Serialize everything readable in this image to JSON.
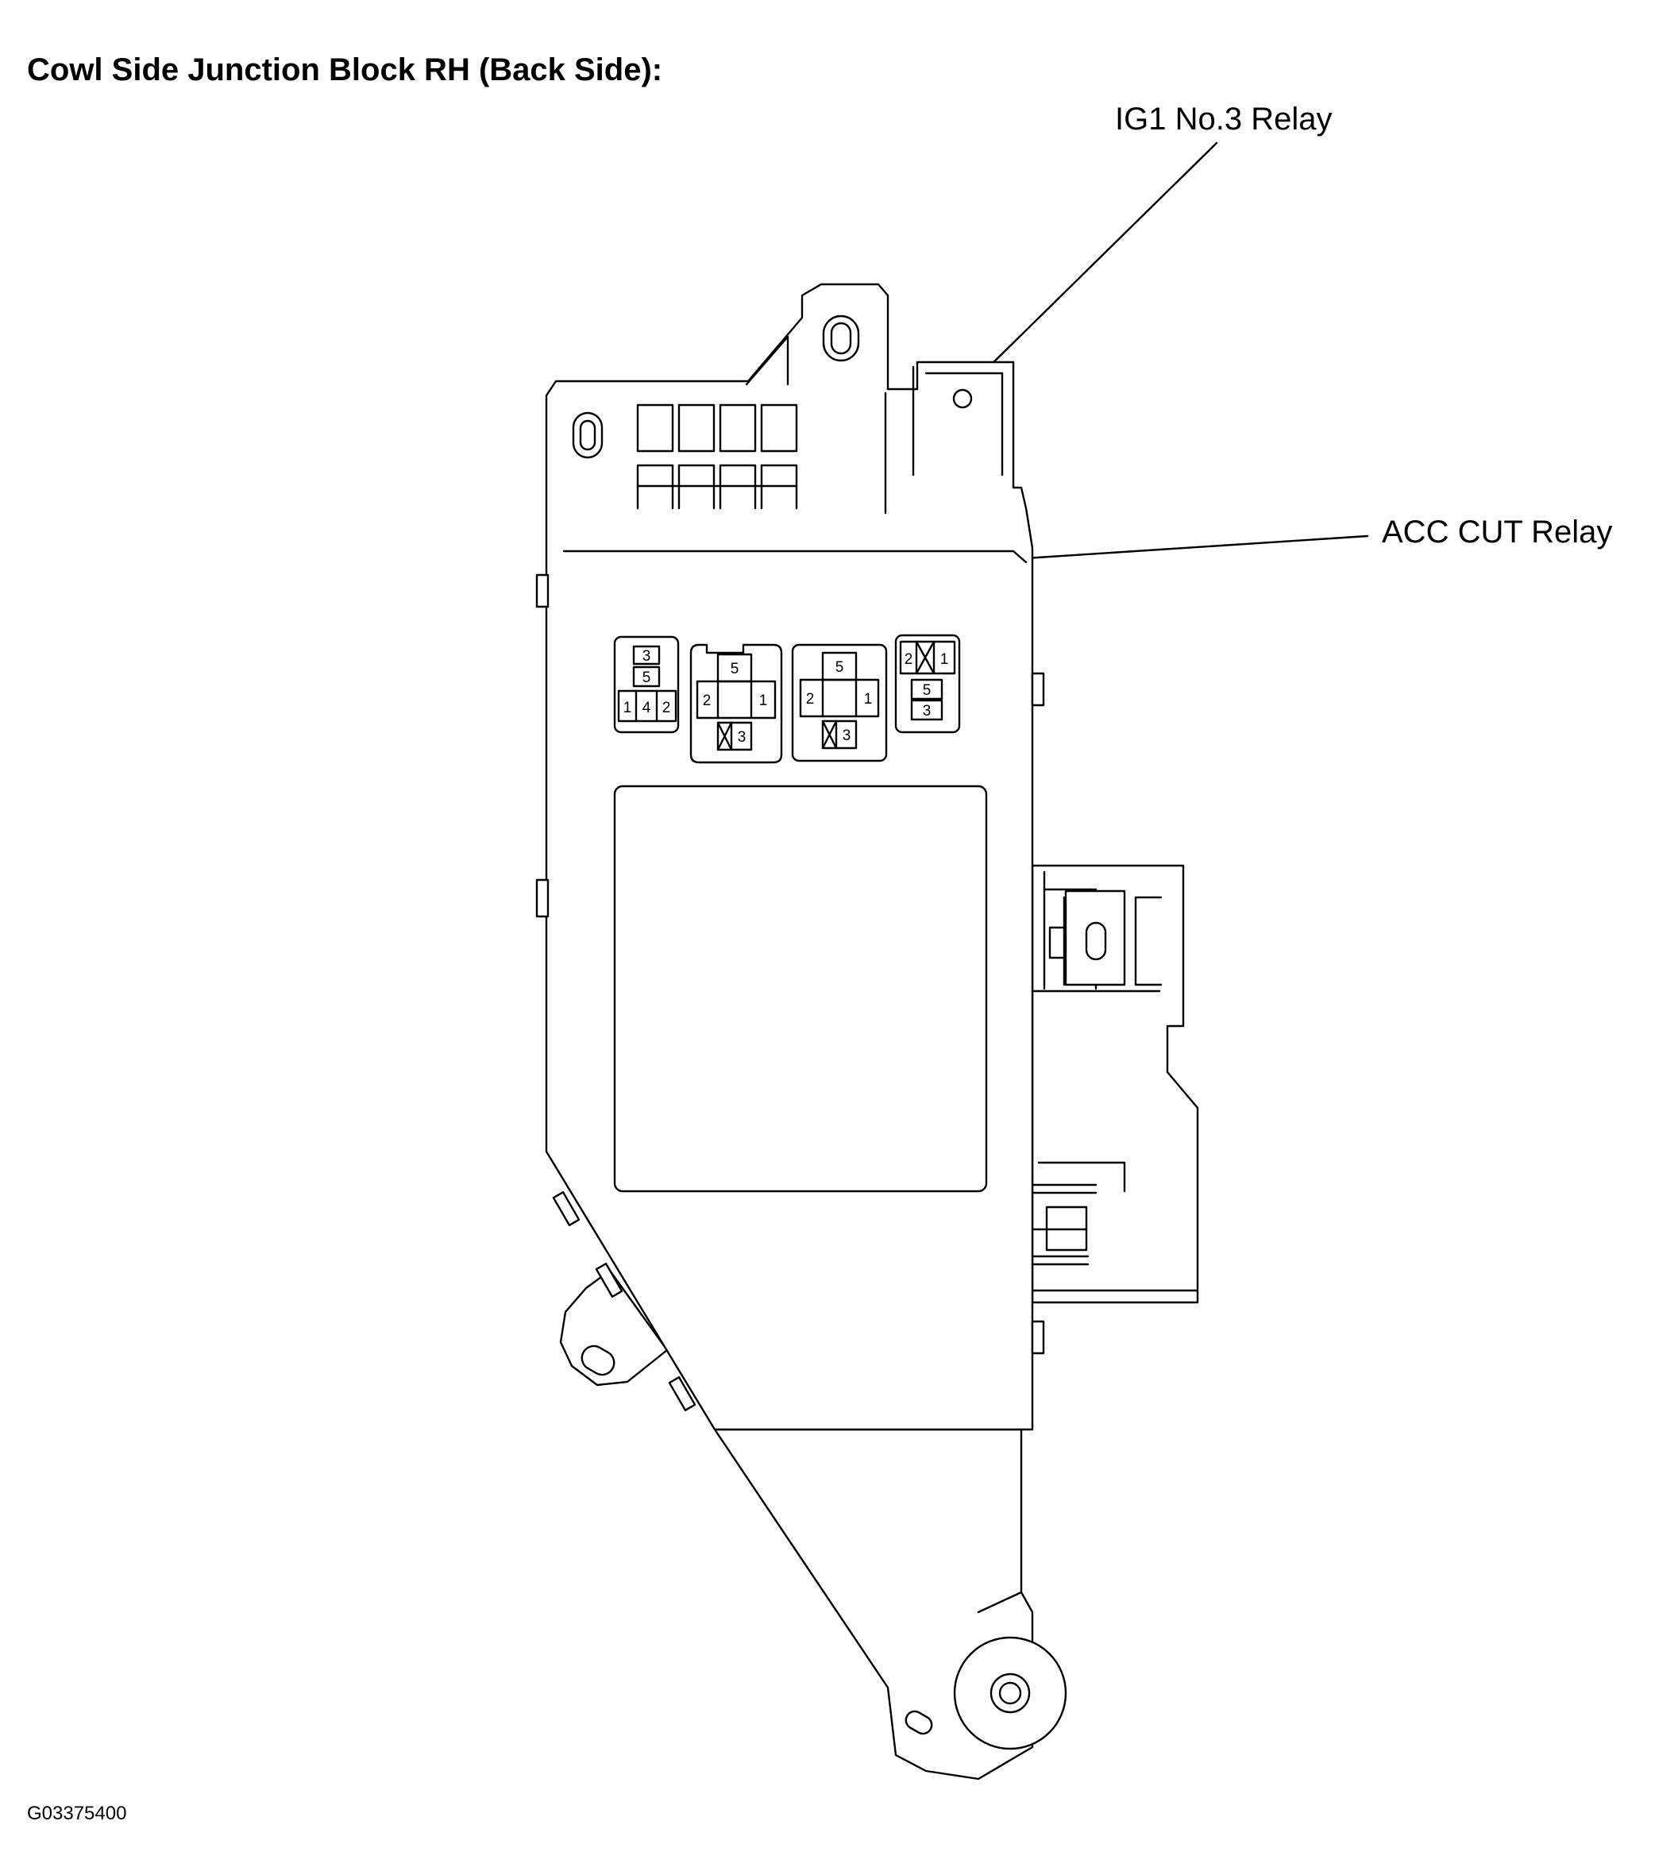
{
  "diagram": {
    "title": "Cowl Side Junction Block RH (Back Side):",
    "figure_id": "G03375400",
    "callouts": [
      {
        "id": "ig1-no3-relay",
        "label": "IG1 No.3 Relay"
      },
      {
        "id": "acc-cut-relay",
        "label": "ACC CUT Relay"
      }
    ],
    "relay_sockets": [
      {
        "id": "socket-a",
        "pins": [
          "3",
          "5",
          "1",
          "4",
          "2"
        ]
      },
      {
        "id": "socket-b",
        "pins": [
          "5",
          "2",
          "1",
          "3"
        ]
      },
      {
        "id": "socket-c",
        "pins": [
          "5",
          "2",
          "1",
          "3"
        ]
      },
      {
        "id": "socket-d",
        "pins": [
          "2",
          "1",
          "5",
          "3"
        ]
      }
    ]
  }
}
